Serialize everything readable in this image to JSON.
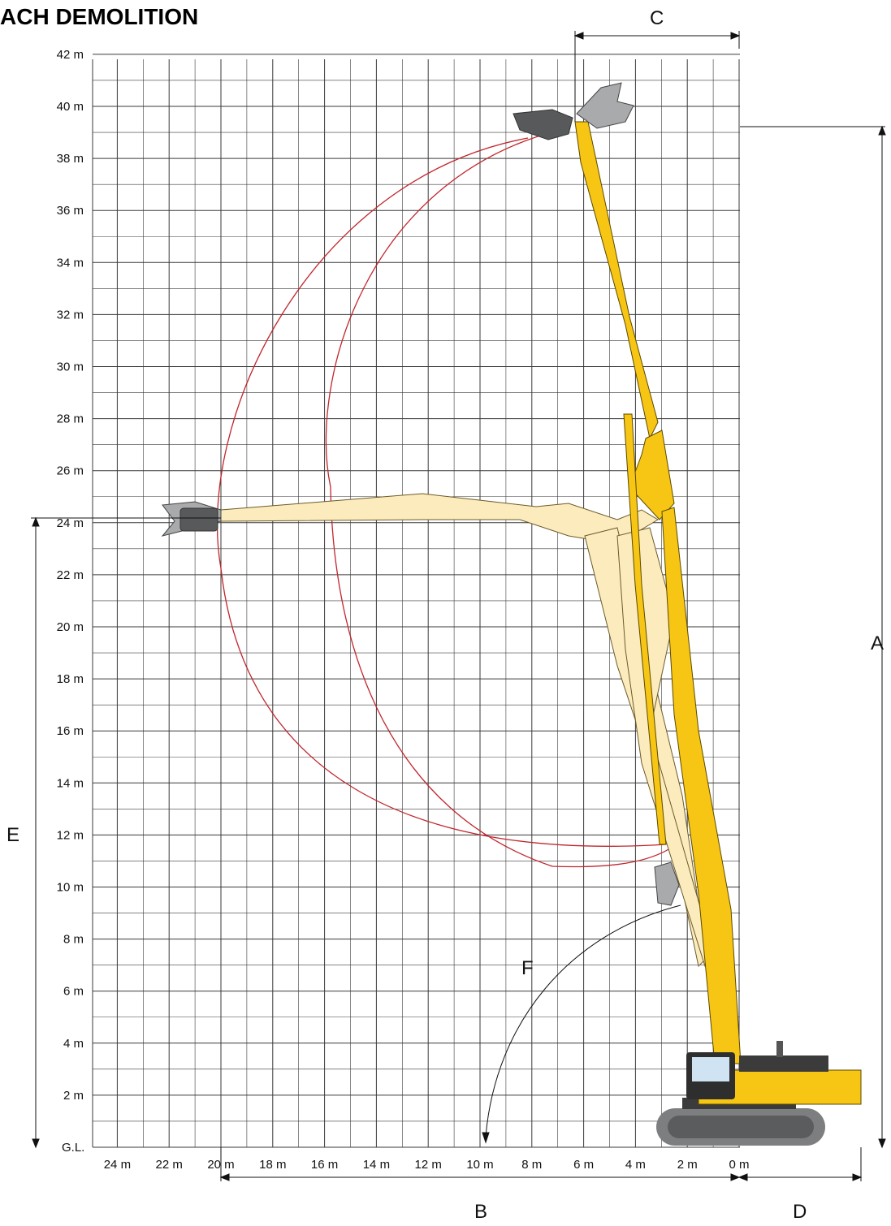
{
  "title": "ACH DEMOLITION",
  "y_axis": {
    "unit": "m",
    "min": 0,
    "max": 42,
    "ticks": [
      {
        "value": 0,
        "label": "G.L."
      },
      {
        "value": 2,
        "label": "2 m"
      },
      {
        "value": 4,
        "label": "4 m"
      },
      {
        "value": 6,
        "label": "6 m"
      },
      {
        "value": 8,
        "label": "8 m"
      },
      {
        "value": 10,
        "label": "10 m"
      },
      {
        "value": 12,
        "label": "12 m"
      },
      {
        "value": 14,
        "label": "14 m"
      },
      {
        "value": 16,
        "label": "16 m"
      },
      {
        "value": 18,
        "label": "18 m"
      },
      {
        "value": 20,
        "label": "20 m"
      },
      {
        "value": 22,
        "label": "22 m"
      },
      {
        "value": 24,
        "label": "24 m"
      },
      {
        "value": 26,
        "label": "26 m"
      },
      {
        "value": 28,
        "label": "28 m"
      },
      {
        "value": 30,
        "label": "30 m"
      },
      {
        "value": 32,
        "label": "32 m"
      },
      {
        "value": 34,
        "label": "34 m"
      },
      {
        "value": 36,
        "label": "36 m"
      },
      {
        "value": 38,
        "label": "38 m"
      },
      {
        "value": 40,
        "label": "40 m"
      },
      {
        "value": 42,
        "label": "42 m"
      }
    ]
  },
  "x_axis": {
    "unit": "m",
    "min": 0,
    "max": 25,
    "ticks": [
      {
        "value": 0,
        "label": "0 m"
      },
      {
        "value": 2,
        "label": "2 m"
      },
      {
        "value": 4,
        "label": "4 m"
      },
      {
        "value": 6,
        "label": "6 m"
      },
      {
        "value": 8,
        "label": "8 m"
      },
      {
        "value": 10,
        "label": "10 m"
      },
      {
        "value": 12,
        "label": "12 m"
      },
      {
        "value": 14,
        "label": "14 m"
      },
      {
        "value": 16,
        "label": "16 m"
      },
      {
        "value": 18,
        "label": "18 m"
      },
      {
        "value": 20,
        "label": "20 m"
      },
      {
        "value": 22,
        "label": "22 m"
      },
      {
        "value": 24,
        "label": "24 m"
      }
    ]
  },
  "dimensions": {
    "A": "A",
    "B": "B",
    "C": "C",
    "D": "D",
    "E": "E",
    "F": "F"
  },
  "colors": {
    "grid": "#3a3a3a",
    "boom_yellow": "#f7c514",
    "boom_outline": "#5a4a00",
    "boom_ghost": "#fcecbd",
    "ghost_outline": "#6b5a2a",
    "arc_red": "#c0262d",
    "attachment_grey": "#a9aaac",
    "attachment_dark": "#58595b",
    "track_grey": "#7d7e80"
  }
}
